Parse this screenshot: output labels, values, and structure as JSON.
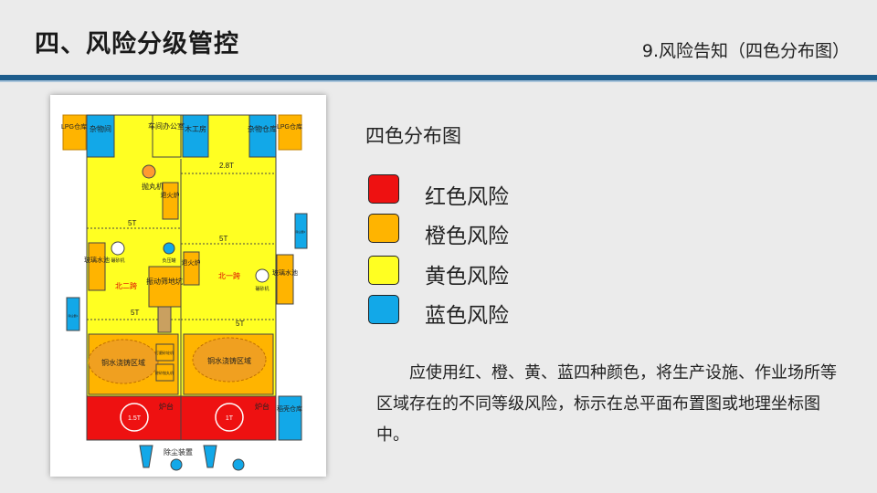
{
  "header": {
    "title": "四、风险分级管控",
    "subtitle": "9.风险告知（四色分布图）"
  },
  "colors": {
    "red": "#ee1111",
    "orange": "#ffb400",
    "yellow": "#ffff22",
    "blue": "#12a8e8",
    "accent": "#1d5d8c"
  },
  "legend": {
    "title": "四色分布图",
    "items": [
      {
        "label": "红色风险",
        "color": "#ee1111"
      },
      {
        "label": "橙色风险",
        "color": "#ffb400"
      },
      {
        "label": "黄色风险",
        "color": "#ffff22"
      },
      {
        "label": "蓝色风险",
        "color": "#12a8e8"
      }
    ]
  },
  "description": "应使用红、橙、黄、蓝四种颜色，将生产设施、作业场所等区域存在的不同等级风险，标示在总平面布置图或地理坐标图中。",
  "plan": {
    "lpg_left": "LPG仓库",
    "lpg_right": "LPG仓库",
    "sundries_left": "杂物间",
    "sundries_right": "杂物仓库",
    "workshop_office": "车间办公室",
    "carpentry": "木工房",
    "shot_blaster": "抛丸机",
    "annealing_left": "退火炉",
    "annealing_right": "退火炉",
    "glass_pool_left": "玻璃水池",
    "glass_pool_right": "玻璃水池",
    "sand_mixer_left": "碾砂机",
    "sand_mixer_right": "碾砂机",
    "negative_pressure": "负压罐",
    "north_2": "北二跨",
    "north_1": "北一跨",
    "vibrating_pit": "振动筛地坑",
    "crane_28": "2.8T",
    "crane_5a": "5T",
    "crane_5b": "5T",
    "crane_5c": "5T",
    "crane_5d": "5T",
    "casting_left": "铜水浇铸区域",
    "casting_right": "铜水浇铸区域",
    "small_box_1": "打磨砂轮机",
    "small_box_2": "除砂抛丸机",
    "furnace_15": "1.5T",
    "furnace_1": "1T",
    "furnace_platform_left": "炉台",
    "furnace_platform_right": "炉台",
    "rice_husk": "稻壳仓库",
    "dust_removal": "除尘装置",
    "side_box_left": "除尘器1",
    "side_box_right": "除尘器2"
  }
}
